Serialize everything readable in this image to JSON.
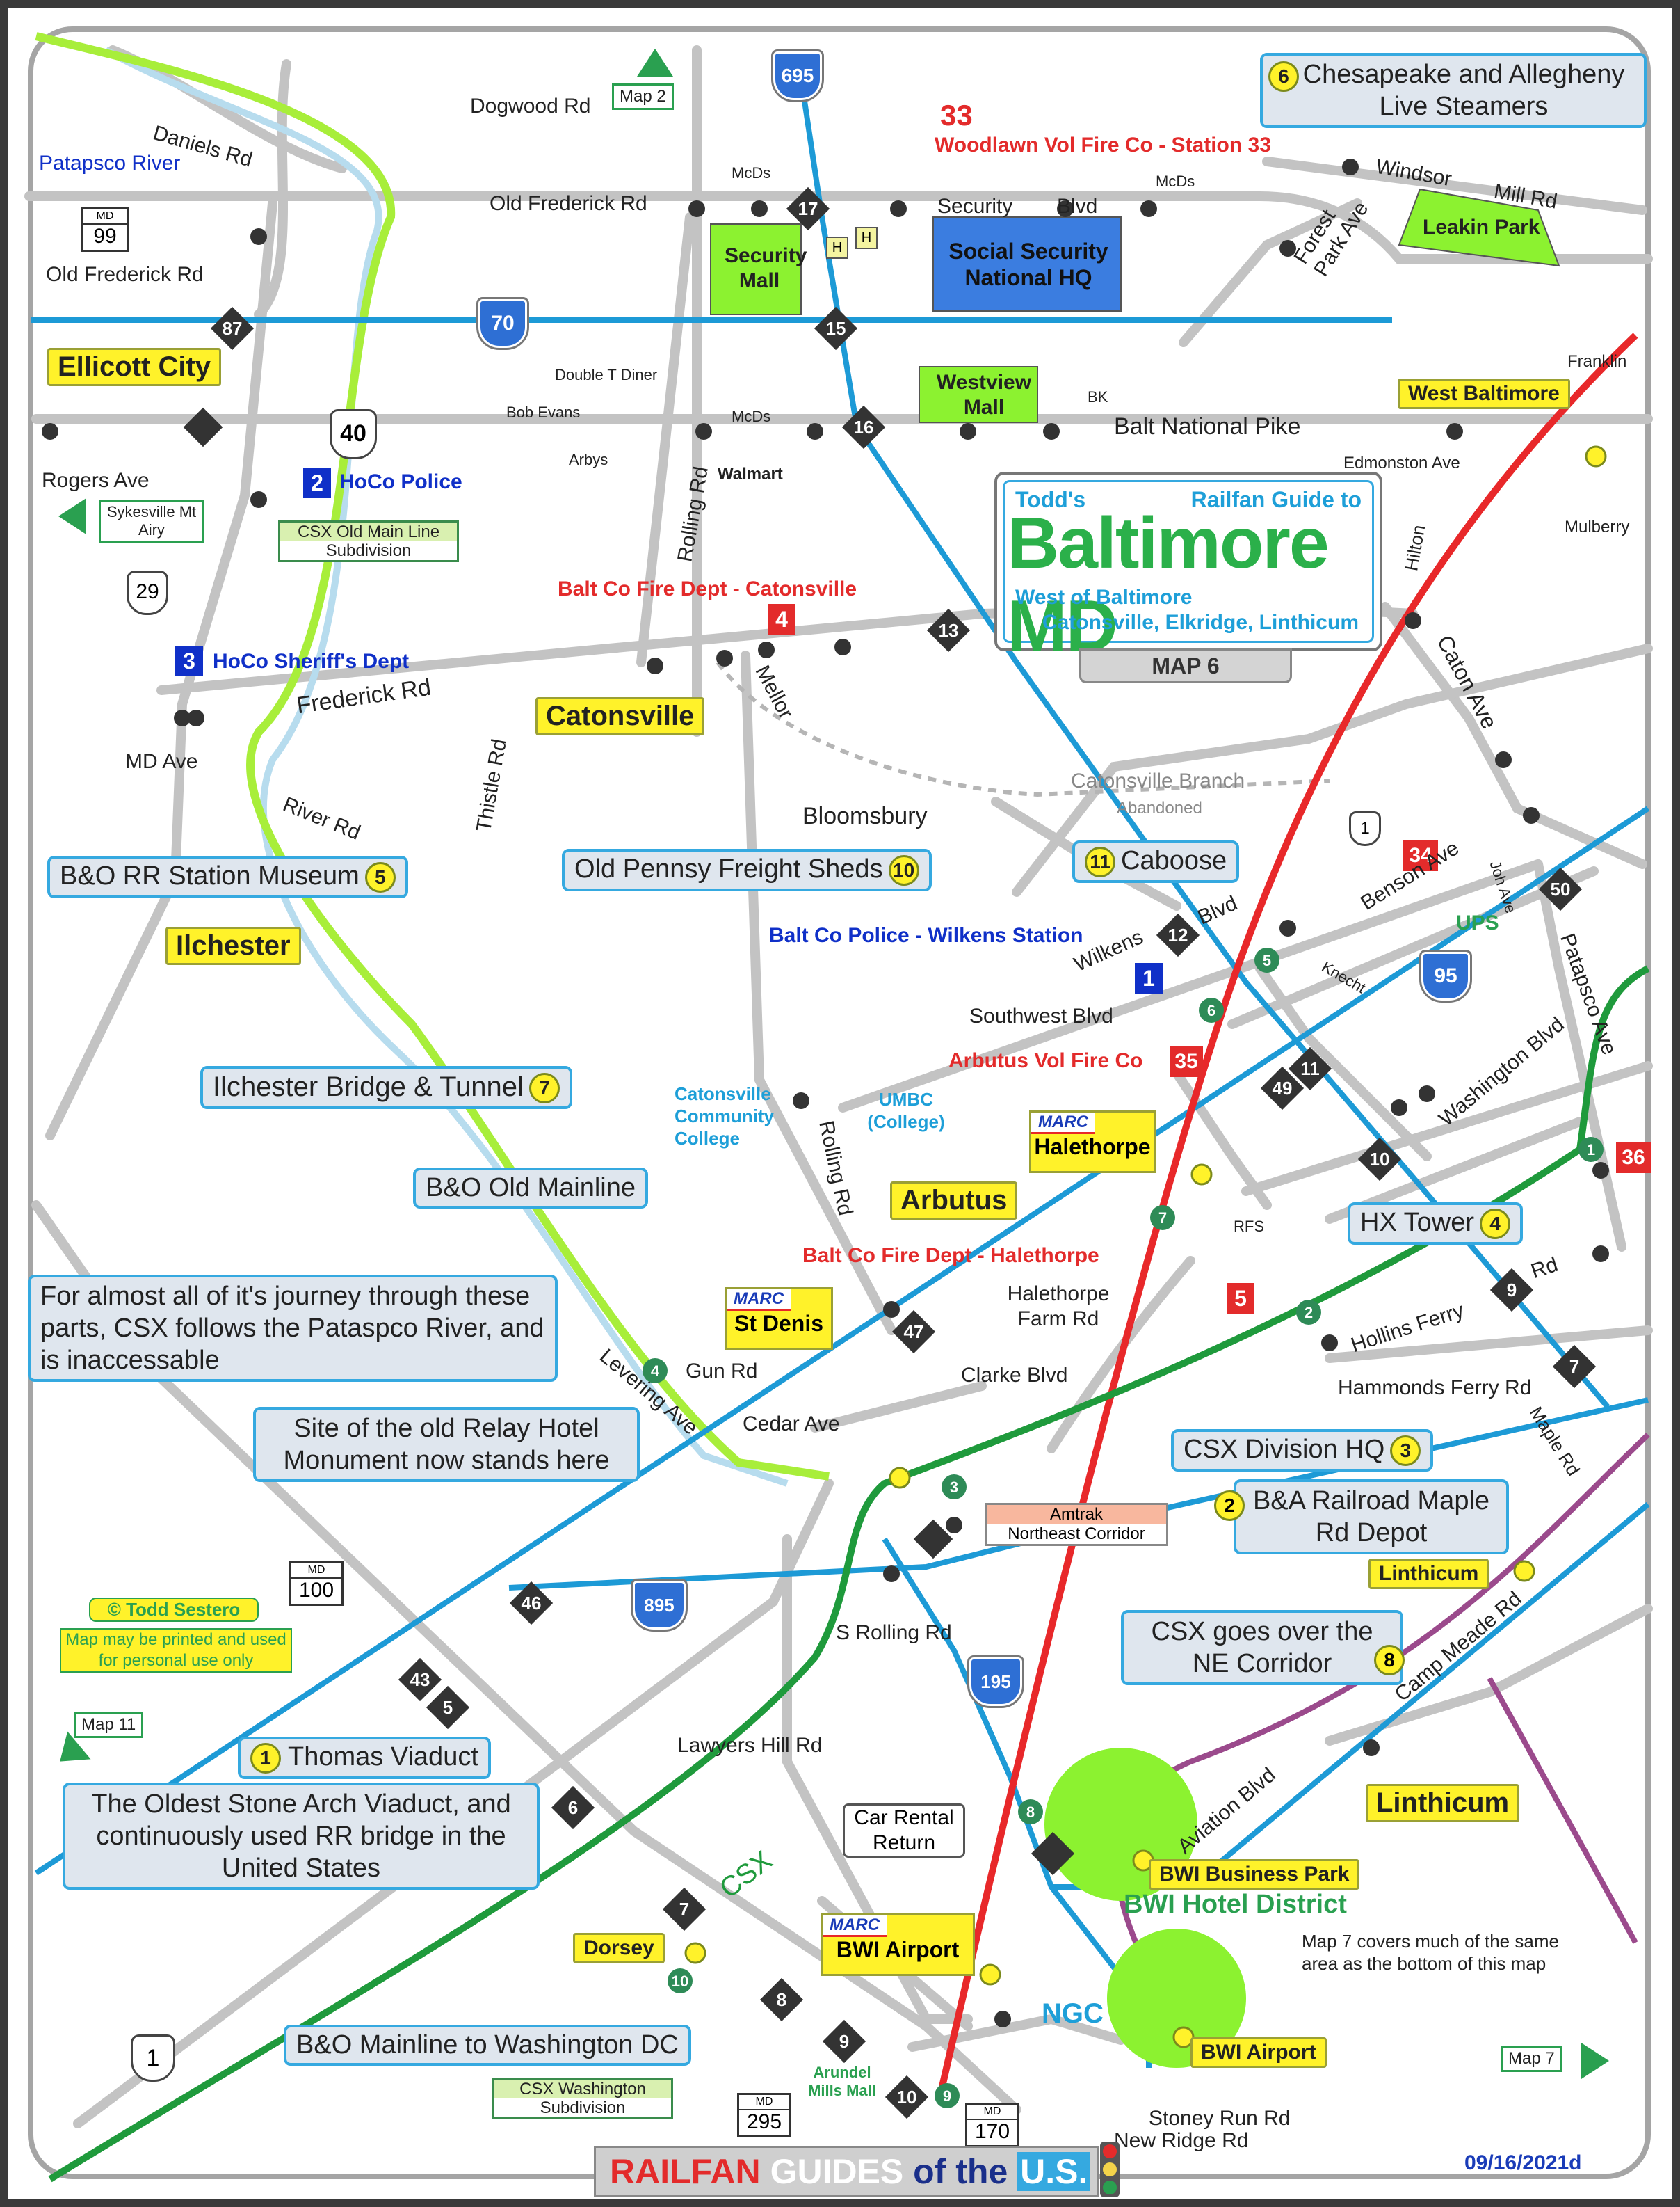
{
  "title_sign": {
    "owner": "Todd's",
    "guide": "Railfan Guide to",
    "city": "Baltimore MD",
    "area_1": "West of Baltimore",
    "area_2": "Catonsville, Elkridge, Linthicum",
    "map_no": "MAP 6"
  },
  "footer": {
    "word_railfan": "RAILFAN",
    "word_guides": "GUIDES",
    "word_of_the": "of the",
    "word_us": "U.S.",
    "date": "09/16/2021d"
  },
  "copyright": {
    "name": "© Todd Sestero",
    "note": "Map may be printed and used for personal use only"
  },
  "nav_maps": [
    "Map 2",
    "Map 11",
    "Map 7"
  ],
  "map_note": "Map 7 covers much of the same area as the bottom of this map",
  "csx_note": "For almost all of it's journey through these parts, CSX follows the Pataspco River, and is inaccessable",
  "relay_note": "Site of the old Relay Hotel Monument now stands here",
  "viaduct_note": "The Oldest Stone Arch Viaduct, and continuously used RR bridge in the United States",
  "sites": {
    "s1": {
      "label": "Thomas Viaduct",
      "n": "1"
    },
    "s2": {
      "label": "B&A Railroad Maple Rd Depot",
      "n": "2"
    },
    "s3": {
      "label": "CSX Division HQ",
      "n": "3"
    },
    "s4": {
      "label": "HX Tower",
      "n": "4"
    },
    "s5": {
      "label": "B&O RR Station Museum",
      "n": "5"
    },
    "s6": {
      "label": "Chesapeake and Allegheny Live Steamers",
      "n": "6"
    },
    "s7": {
      "label": "Ilchester Bridge & Tunnel",
      "n": "7"
    },
    "s8": {
      "label": "CSX goes over the NE Corridor",
      "n": "8"
    },
    "s10": {
      "label": "Old Pennsy Freight Sheds",
      "n": "10"
    },
    "s11": {
      "label": "Caboose",
      "n": "11"
    },
    "bo_old": "B&O Old Mainline",
    "bo_dc": "B&O Mainline to Washington DC",
    "car_rental": "Car Rental Return"
  },
  "towns": [
    "Ellicott City",
    "Catonsville",
    "Ilchester",
    "Arbutus",
    "Linthicum",
    "West Baltimore"
  ],
  "stations": {
    "halethorpe": "Halethorpe",
    "st_denis": "St Denis",
    "bwi_airport": "BWI Airport",
    "dorsey": "Dorsey",
    "linthicum": "Linthicum",
    "bwi_bp": "BWI Business Park",
    "bwi_airport2": "BWI Airport",
    "west_balt": "West Baltimore",
    "marc": "MARC"
  },
  "green_areas": {
    "security_mall": "Security Mall",
    "westview_mall": "Westview Mall",
    "leakin_park": "Leakin Park",
    "arundel_mills": "Arundel Mills Mall",
    "bwi_hotel": "BWI Hotel District"
  },
  "ssa": "Social Security National HQ",
  "emergency": {
    "woodlawn": "Woodlawn Vol Fire Co - Station 33",
    "woodlawn_n": "33",
    "catonsville_fire": "Balt Co Fire Dept - Catonsville",
    "catonsville_fire_n": "4",
    "hoco_police": "HoCo Police",
    "hoco_police_n": "2",
    "hoco_sheriff": "HoCo Sheriff's Dept",
    "hoco_sheriff_n": "3",
    "wilkens_police": "Balt Co Police - Wilkens Station",
    "wilkens_n": "1",
    "arbutus_fire": "Arbutus Vol Fire Co",
    "arbutus_n": "35",
    "halethorpe_fire": "Balt Co Fire Dept - Halethorpe",
    "halethorpe_n": "5",
    "n34": "34",
    "n36": "36"
  },
  "roads": {
    "dogwood": "Dogwood Rd",
    "daniels": "Daniels Rd",
    "old_frederick": "Old Frederick Rd",
    "old_frederick2": "Old Frederick Rd",
    "security": "Security",
    "blvd": "Blvd",
    "windsor": "Windsor",
    "mill": "Mill Rd",
    "forest_park": "Forest Park Ave",
    "balt_natl": "Balt National Pike",
    "edmonston": "Edmonston Ave",
    "franklin": "Franklin",
    "mulberry": "Mulberry",
    "rogers": "Rogers Ave",
    "rolling": "Rolling Rd",
    "rolling2": "Rolling Rd",
    "s_rolling": "S Rolling Rd",
    "frederick": "Frederick Rd",
    "md_ave": "MD Ave",
    "river": "River Rd",
    "thistle": "Thistle Rd",
    "mellor": "Mellor",
    "bloomsbury": "Bloomsbury",
    "hilton": "Hilton",
    "caton": "Caton Ave",
    "benson": "Benson Ave",
    "joh": "Joh Ave",
    "wilkens": "Wilkens",
    "wilkens_blvd": "Blvd",
    "knecht": "Knecht",
    "southwest": "Southwest Blvd",
    "washington": "Washington Blvd",
    "patapsco": "Patapsco Ave",
    "hollins": "Hollins Ferry",
    "rd": "Rd",
    "hammonds": "Hammonds Ferry Rd",
    "halethorpe_farm": "Halethorpe Farm Rd",
    "clarke": "Clarke Blvd",
    "cedar": "Cedar Ave",
    "levering": "Levering Ave",
    "gun": "Gun Rd",
    "lawyers": "Lawyers Hill Rd",
    "maple": "Maple Rd",
    "camp_meade": "Camp Meade Rd",
    "aviation": "Aviation Blvd",
    "stoney": "Stoney Run Rd",
    "new_ridge": "New Ridge Rd",
    "patapsco_river": "Patapsco River",
    "catonsville_branch": "Catonsville Branch",
    "abandoned": "Abandoned"
  },
  "places": {
    "mcds1": "McDs",
    "mcds2": "McDs",
    "mcds3": "McDs",
    "bk": "BK",
    "walmart": "Walmart",
    "double_t": "Double T Diner",
    "bob_evans": "Bob Evans",
    "arbys": "Arbys",
    "ups": "UPS",
    "rfs": "RFS",
    "ngc": "NGC",
    "csx": "CSX",
    "ccc": "Catonsville Community College",
    "umbc": "UMBC (College)",
    "sykesville": "Sykesville Mt Airy",
    "csx_old_main": "CSX Old Main Line",
    "csx_old_sub": "Subdivision",
    "csx_wash": "CSX Washington",
    "csx_wash_sub": "Subdivision",
    "amtrak": "Amtrak",
    "nec": "Northeast Corridor",
    "h": "H"
  },
  "shields": {
    "i695": "695",
    "i70": "70",
    "i95": "95",
    "i895": "895",
    "i195": "195",
    "us40": "40",
    "us29": "29",
    "us1": "1",
    "us1b": "1",
    "md99": "99",
    "md100": "100",
    "md295": "295",
    "md170": "170",
    "md": "MD"
  },
  "exits": [
    "17",
    "15",
    "87",
    "16",
    "13",
    "12",
    "50",
    "11",
    "49",
    "10",
    "9",
    "7",
    "47",
    "46",
    "43",
    "5",
    "6",
    "7",
    "8",
    "9",
    "10"
  ],
  "green_markers": [
    "1",
    "2",
    "3",
    "4",
    "5",
    "6",
    "7",
    "8",
    "9",
    "10"
  ],
  "track_small": [
    "4",
    "4"
  ],
  "colors": {
    "csx_yellow_green": "#a8ee3a",
    "amtrak_red": "#e8282a",
    "interstate_blue": "#1d9ad6",
    "light_rail": "#9b4a8c",
    "csx_green": "#1f9a3c",
    "road_gray": "#c3c3c3"
  }
}
